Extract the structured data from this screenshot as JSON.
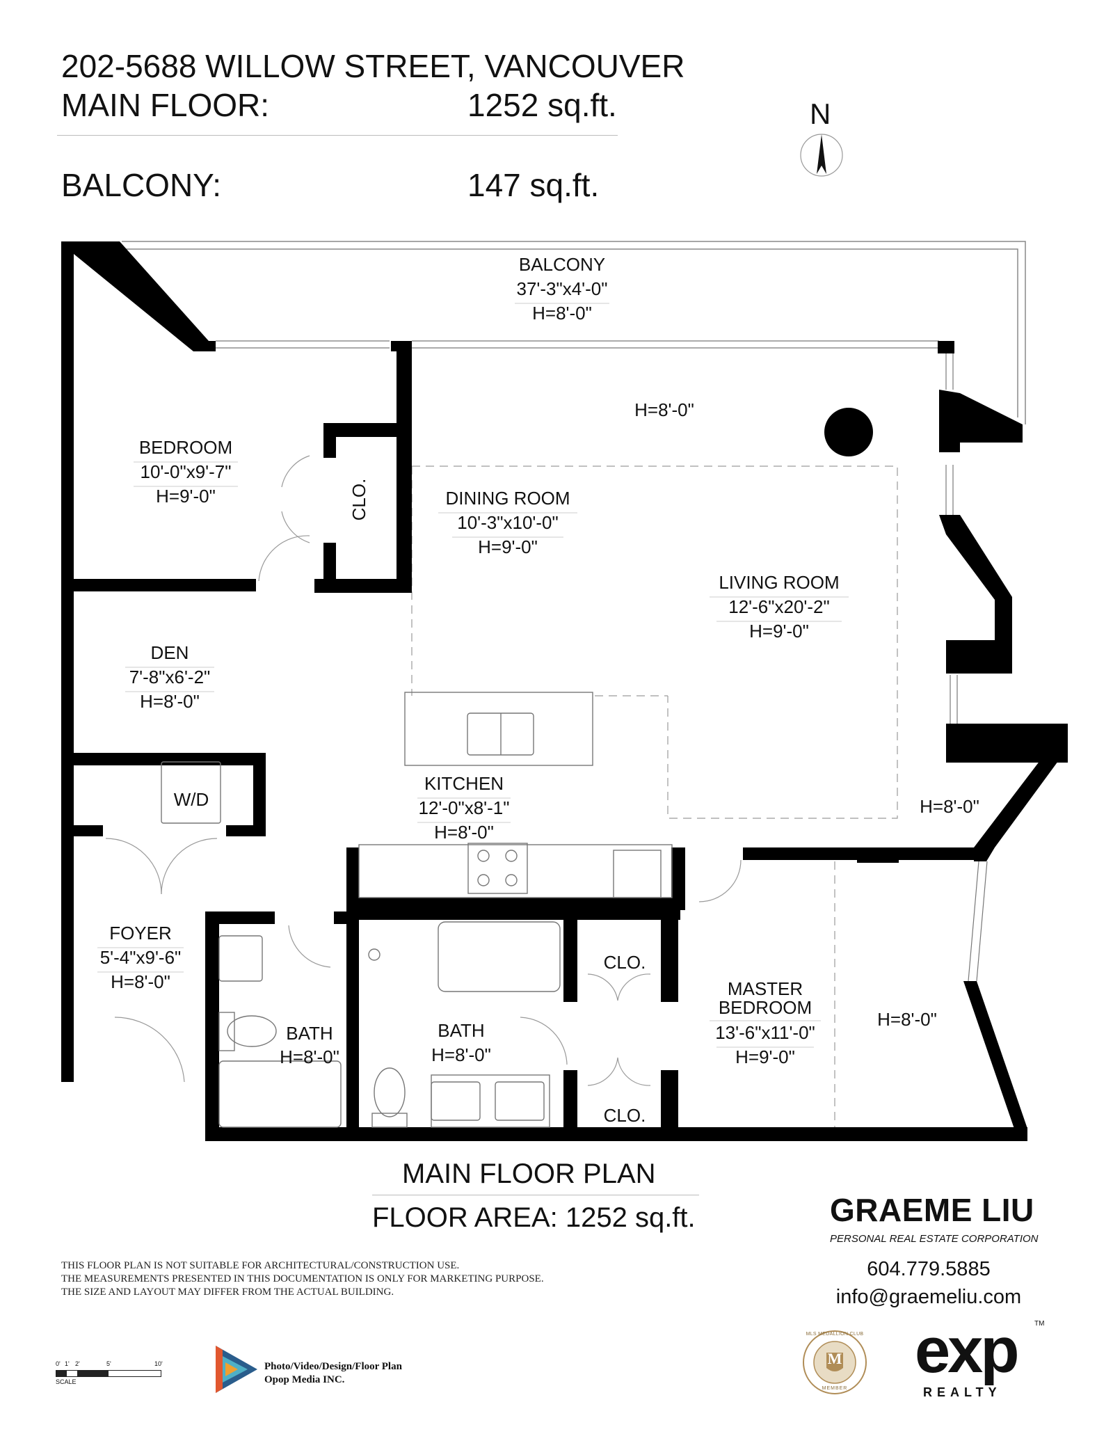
{
  "header": {
    "address": "202-5688 WILLOW STREET, VANCOUVER",
    "main_floor_label": "MAIN FLOOR:",
    "main_floor_area": "1252 sq.ft.",
    "balcony_label": "BALCONY:",
    "balcony_area": "147 sq.ft."
  },
  "compass": {
    "label": "N",
    "icon": "north-arrow-icon"
  },
  "rooms": {
    "balcony": {
      "name": "BALCONY",
      "size": "37'-3\"x4'-0\"",
      "height": "H=8'-0\""
    },
    "living_upper": {
      "height": "H=8'-0\""
    },
    "bedroom": {
      "name": "BEDROOM",
      "size": "10'-0\"x9'-7\"",
      "height": "H=9'-0\""
    },
    "bedroom_closet": {
      "name": "CLO."
    },
    "dining": {
      "name": "DINING ROOM",
      "size": "10'-3\"x10'-0\"",
      "height": "H=9'-0\""
    },
    "living": {
      "name": "LIVING ROOM",
      "size": "12'-6\"x20'-2\"",
      "height": "H=9'-0\""
    },
    "den": {
      "name": "DEN",
      "size": "7'-8\"x6'-2\"",
      "height": "H=8'-0\""
    },
    "laundry": {
      "name": "W/D"
    },
    "kitchen": {
      "name": "KITCHEN",
      "size": "12'-0\"x8'-1\"",
      "height": "H=8'-0\""
    },
    "living_lower": {
      "height": "H=8'-0\""
    },
    "foyer": {
      "name": "FOYER",
      "size": "5'-4\"x9'-6\"",
      "height": "H=8'-0\""
    },
    "bath1": {
      "name": "BATH",
      "height": "H=8'-0\""
    },
    "bath2": {
      "name": "BATH",
      "height": "H=8'-0\""
    },
    "closet_upper": {
      "name": "CLO."
    },
    "closet_lower": {
      "name": "CLO."
    },
    "master": {
      "name_line1": "MASTER",
      "name_line2": "BEDROOM",
      "size": "13'-6\"x11'-0\"",
      "height": "H=9'-0\""
    },
    "master_alcove": {
      "height": "H=8'-0\""
    }
  },
  "footer": {
    "plan_title": "MAIN FLOOR PLAN",
    "floor_area": "FLOOR AREA: 1252 sq.ft.",
    "disclaimer": [
      "THIS FLOOR PLAN IS NOT SUITABLE FOR ARCHITECTURAL/CONSTRUCTION USE.",
      "THE MEASUREMENTS PRESENTED IN THIS DOCUMENTATION IS ONLY FOR MARKETING PURPOSE.",
      "THE SIZE AND LAYOUT MAY DIFFER FROM THE ACTUAL BUILDING."
    ],
    "scale": {
      "ticks": [
        "0'",
        "1'",
        "2'",
        "5'",
        "10'"
      ],
      "label": "SCALE"
    },
    "credit": {
      "line1": "Photo/Video/Design/Floor Plan",
      "line2": "Opop Media INC."
    }
  },
  "agent": {
    "name": "GRAEME LIU",
    "subtitle": "PERSONAL REAL ESTATE CORPORATION",
    "phone": "604.779.5885",
    "email": "info@graemeliu.com",
    "badge": {
      "letter": "M",
      "ring_text": "MLS MEDALLION CLUB",
      "bottom_text": "MEMBER"
    },
    "brokerage": {
      "logo": "exp",
      "tm": "TM",
      "sub": "REALTY"
    }
  },
  "colors": {
    "wall": "#000000",
    "line": "#888888",
    "medallion": "#b08d57"
  }
}
